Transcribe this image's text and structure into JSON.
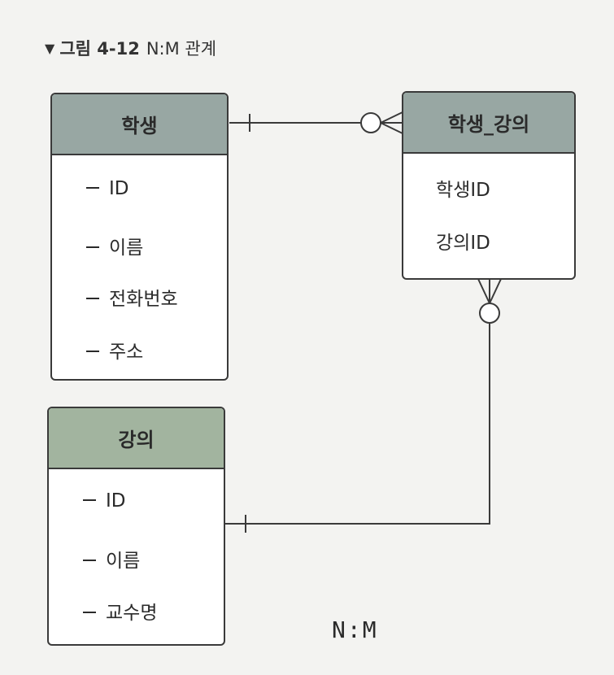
{
  "caption": {
    "marker": "▼",
    "figure": "그림 4-12",
    "title": "N:M 관계"
  },
  "entities": {
    "student": {
      "name": "학생",
      "attributes": [
        "ID",
        "이름",
        "전화번호",
        "주소"
      ]
    },
    "course": {
      "name": "강의",
      "attributes": [
        "ID",
        "이름",
        "교수명"
      ]
    },
    "student_course": {
      "name": "학생_강의",
      "attributes": [
        "학생ID",
        "강의ID"
      ]
    }
  },
  "relationship_label": "N:M",
  "colors": {
    "header_gray": "#98a7a3",
    "header_green": "#a2b49f",
    "line": "#3a3a3a"
  }
}
